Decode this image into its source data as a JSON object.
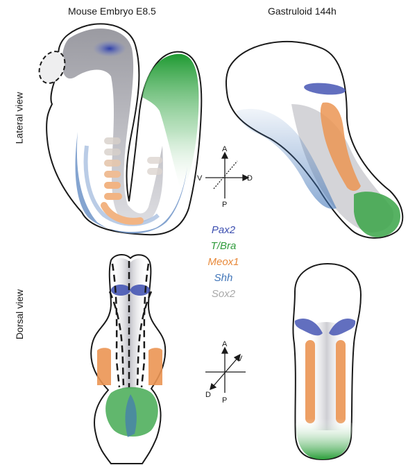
{
  "columns": {
    "left_title": "Mouse Embryo E8.5",
    "right_title": "Gastruloid 144h"
  },
  "rows": {
    "top_label": "Lateral view",
    "bottom_label": "Dorsal view"
  },
  "legend": [
    {
      "label": "Pax2",
      "color": "#3d4fb0"
    },
    {
      "label": "T/Bra",
      "color": "#2e9a3a"
    },
    {
      "label": "Meox1",
      "color": "#e8893a"
    },
    {
      "label": "Shh",
      "color": "#3f74b8"
    },
    {
      "label": "Sox2",
      "color": "#a8a8a8"
    }
  ],
  "axes_lateral": {
    "up": "A",
    "down": "P",
    "left": "V",
    "right": "D"
  },
  "axes_dorsal": {
    "up": "A",
    "down": "P",
    "diag_up": "V",
    "diag_down": "D"
  }
}
